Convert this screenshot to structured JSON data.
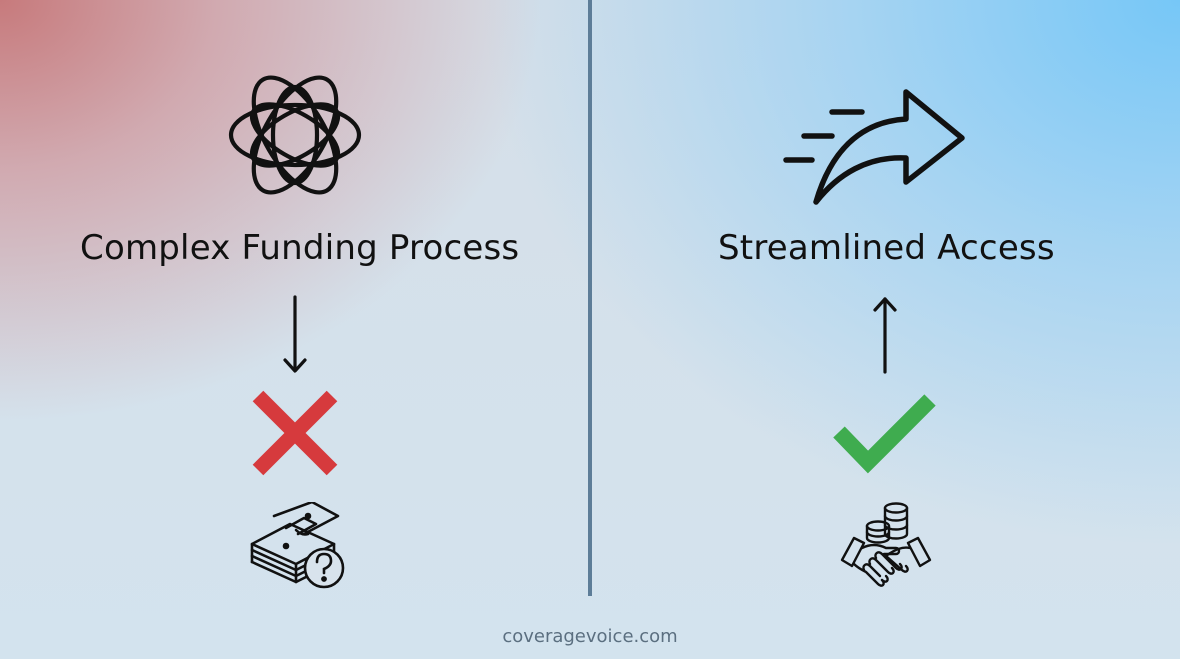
{
  "left_panel": {
    "title": "Complex Funding Process",
    "icons": {
      "top": "tangled-knot-icon",
      "arrow": "arrow-down-icon",
      "status": "red-x-icon",
      "bottom": "money-stack-question-icon"
    },
    "status_color": "#d63a3d",
    "background_tint": "#c77a7c"
  },
  "right_panel": {
    "title": "Streamlined Access",
    "icons": {
      "top": "fast-forward-arrow-icon",
      "arrow": "arrow-up-icon",
      "status": "green-check-icon",
      "bottom": "handshake-coins-icon"
    },
    "status_color": "#3fac4f",
    "background_tint": "#76c7f7"
  },
  "divider_color": "#5d7d98",
  "footer": {
    "source": "coveragevoice.com"
  }
}
